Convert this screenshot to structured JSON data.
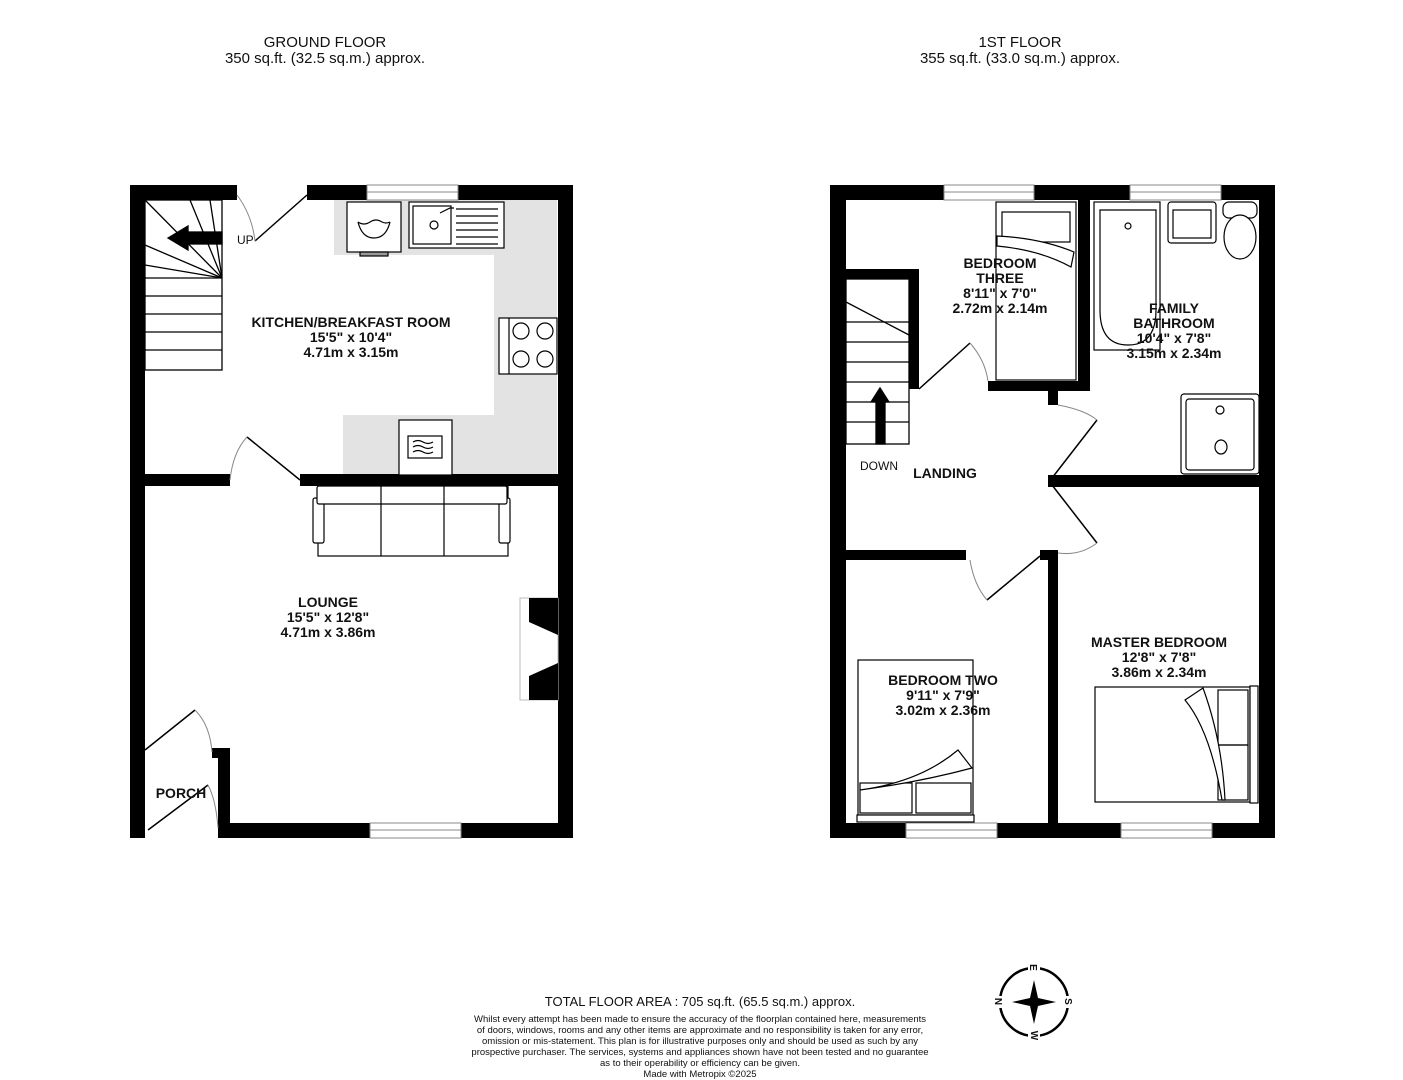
{
  "floors": [
    {
      "name": "GROUND FLOOR",
      "area": "350 sq.ft. (32.5 sq.m.) approx.",
      "rooms": [
        {
          "name": "KITCHEN/BREAKFAST ROOM",
          "imperial": "15'5\"  x 10'4\"",
          "metric": "4.71m  x 3.15m"
        },
        {
          "name": "LOUNGE",
          "imperial": "15'5\"  x 12'8\"",
          "metric": "4.71m  x 3.86m"
        },
        {
          "name": "PORCH"
        }
      ],
      "stair_label": "UP"
    },
    {
      "name": "1ST FLOOR",
      "area": "355 sq.ft. (33.0 sq.m.) approx.",
      "rooms": [
        {
          "name_line1": "BEDROOM",
          "name_line2": "THREE",
          "imperial": "8'11\"  x 7'0\"",
          "metric": "2.72m  x 2.14m"
        },
        {
          "name_line1": "FAMILY",
          "name_line2": "BATHROOM",
          "imperial": "10'4\"  x 7'8\"",
          "metric": "3.15m  x 2.34m"
        },
        {
          "name": "LANDING"
        },
        {
          "name": "BEDROOM TWO",
          "imperial": "9'11\"  x 7'9\"",
          "metric": "3.02m  x 2.36m"
        },
        {
          "name": "MASTER BEDROOM",
          "imperial": "12'8\"  x 7'8\"",
          "metric": "3.86m  x 2.34m"
        }
      ],
      "stair_label": "DOWN"
    }
  ],
  "compass": {
    "n": "N",
    "e": "E",
    "s": "S",
    "w": "W"
  },
  "footer": {
    "total": "TOTAL FLOOR AREA : 705 sq.ft. (65.5 sq.m.) approx.",
    "disclaimer": [
      "Whilst every attempt has been made to ensure the accuracy of the floorplan contained here, measurements",
      "of doors, windows, rooms and any other items are approximate and no responsibility is taken for any error,",
      "omission or mis-statement. This plan is for illustrative purposes only and should be used as such by any",
      "prospective purchaser. The services, systems and appliances shown have not been tested and no guarantee",
      "as to their operability or efficiency can be given.",
      "Made with Metropix ©2025"
    ]
  },
  "colors": {
    "wall": "#000000",
    "counter": "#e3e3e3",
    "background": "#ffffff"
  }
}
